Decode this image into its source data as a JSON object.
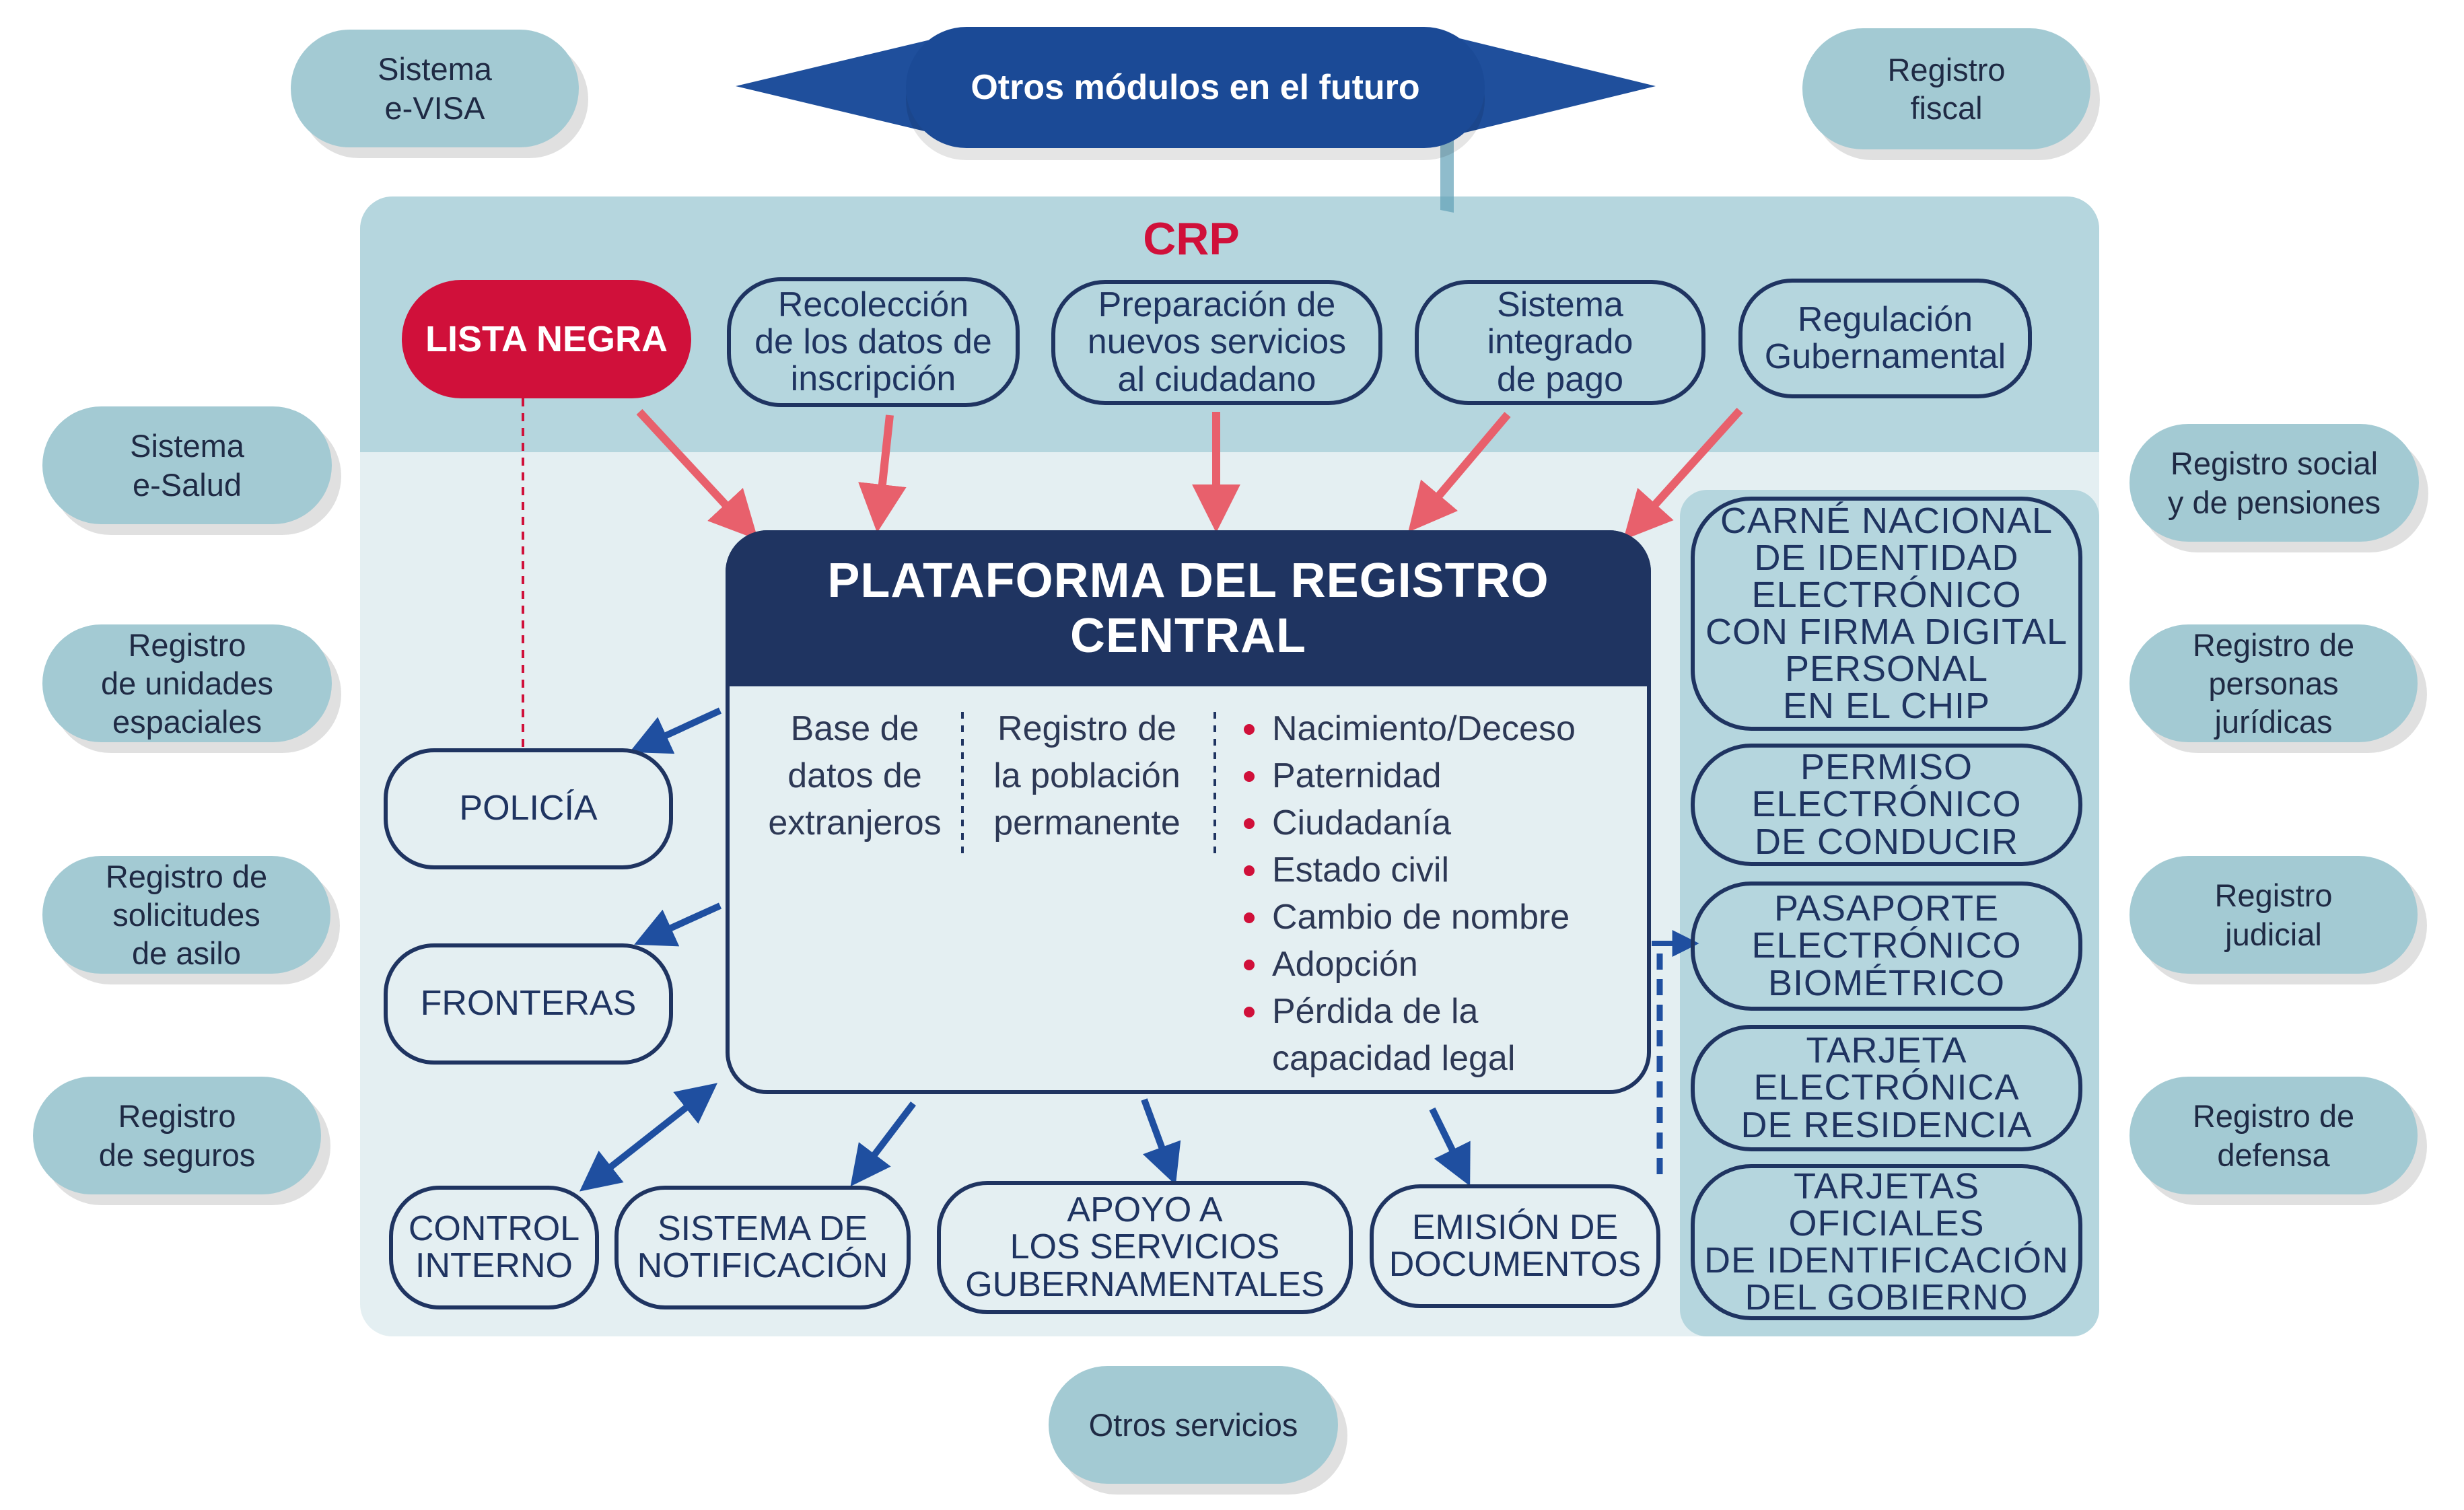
{
  "colors": {
    "crp_red": "#d0103a",
    "navy": "#1f3461",
    "arrow_blue": "#1f4fa0",
    "arrow_pink": "#e8606c",
    "external_pill": "#a3cad3",
    "crp_band": "#b5d6de",
    "panel": "#e4eff2"
  },
  "banner": {
    "label": "Otros módulos en el futuro"
  },
  "crp": {
    "title": "CRP",
    "blacklist": "LISTA NEGRA",
    "modules": [
      "Recolección\nde los datos de\ninscripción",
      "Preparación de\nnuevos servicios\nal ciudadano",
      "Sistema\nintegrado\nde pago",
      "Regulación\nGubernamental"
    ]
  },
  "platform": {
    "title": "PLATAFORMA DEL REGISTRO CENTRAL",
    "columns": [
      "Base de\ndatos de\nextranjeros",
      "Registro de\nla población\npermanente"
    ],
    "events": [
      "Nacimiento/Deceso",
      "Paternidad",
      "Ciudadanía",
      "Estado civil",
      "Cambio de nombre",
      "Adopción",
      "Pérdida de la\ncapacidad legal"
    ]
  },
  "left_services": [
    "POLICÍA",
    "FRONTERAS"
  ],
  "bottom_services": [
    "CONTROL\nINTERNO",
    "SISTEMA DE\nNOTIFICACIÓN",
    "APOYO A\nLOS SERVICIOS\nGUBERNAMENTALES",
    "EMISIÓN DE\nDOCUMENTOS"
  ],
  "documents": [
    "CARNÉ NACIONAL\nDE IDENTIDAD\nELECTRÓNICO\nCON FIRMA DIGITAL\nPERSONAL\nEN EL CHIP",
    "PERMISO\nELECTRÓNICO\nDE CONDUCIR",
    "PASAPORTE\nELECTRÓNICO\nBIOMÉTRICO",
    "TARJETA\nELECTRÓNICA\nDE RESIDENCIA",
    "TARJETAS OFICIALES\nDE IDENTIFICACIÓN\nDEL GOBIERNO"
  ],
  "external_systems": {
    "top_left": "Sistema\ne-VISA",
    "top_right": "Registro\nfiscal",
    "left": [
      "Sistema\ne-Salud",
      "Registro\nde unidades\nespaciales",
      "Registro de\nsolicitudes\nde asilo",
      "Registro\nde seguros"
    ],
    "right": [
      "Registro social\ny de pensiones",
      "Registro de\npersonas\njurídicas",
      "Registro\njudicial",
      "Registro de\ndefensa"
    ],
    "bottom": "Otros servicios"
  }
}
